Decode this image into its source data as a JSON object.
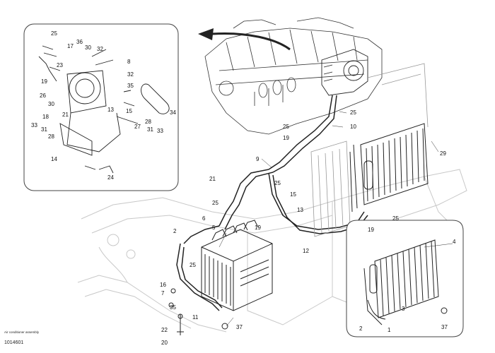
{
  "callouts": {
    "inset_top_left": [
      "25",
      "36",
      "17",
      "30",
      "32",
      "8",
      "23",
      "19",
      "26",
      "30",
      "18",
      "21",
      "15",
      "13",
      "28",
      "27",
      "31",
      "28",
      "33",
      "14",
      "24",
      "31",
      "33",
      "34",
      "32",
      "35"
    ],
    "main": [
      "25",
      "10",
      "25",
      "29",
      "9",
      "19",
      "25",
      "25",
      "15",
      "13",
      "19",
      "6",
      "12",
      "2",
      "5",
      "19",
      "25",
      "25",
      "16",
      "7",
      "35",
      "11",
      "37",
      "20",
      "22",
      "21"
    ],
    "inset_bottom_right": [
      "4",
      "3",
      "1",
      "2",
      "37"
    ]
  },
  "captions": {
    "small_text": "Air conditioner assembly",
    "figure_id": "1014601"
  }
}
